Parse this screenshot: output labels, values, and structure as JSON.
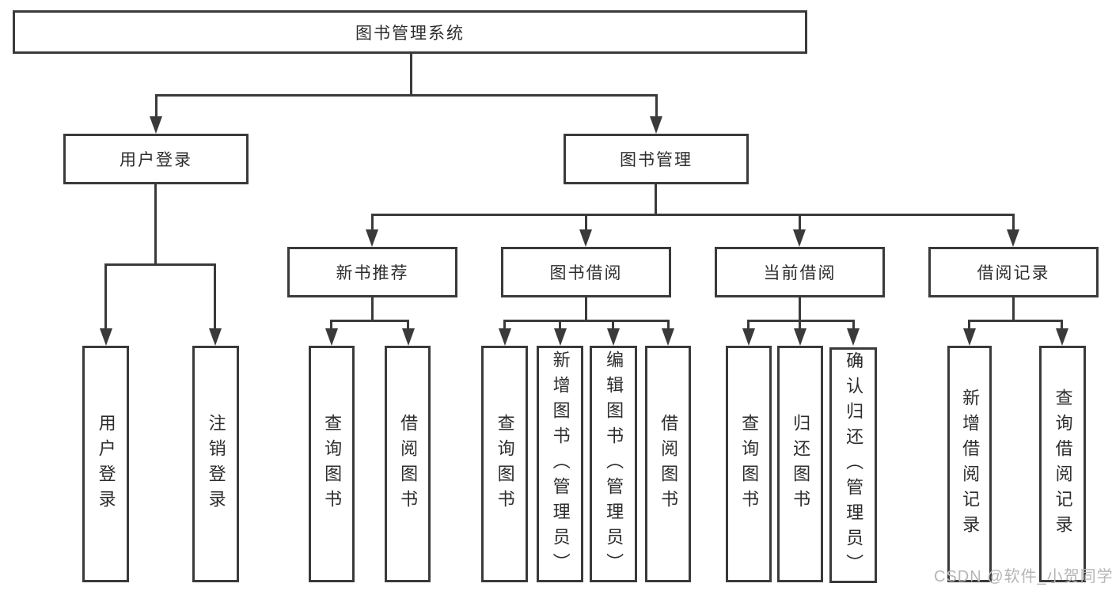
{
  "diagram": {
    "root": {
      "label": "图书管理系统"
    },
    "level2": [
      {
        "label": "用户登录"
      },
      {
        "label": "图书管理"
      }
    ],
    "level3": [
      {
        "label": "新书推荐"
      },
      {
        "label": "图书借阅"
      },
      {
        "label": "当前借阅"
      },
      {
        "label": "借阅记录"
      }
    ],
    "leaves": {
      "user": [
        "用户登录",
        "注销登录"
      ],
      "recommend": [
        "查询图书",
        "借阅图书"
      ],
      "borrow": [
        "查询图书",
        "新增图书（管理员）",
        "编辑图书（管理员）",
        "借阅图书"
      ],
      "current": [
        "查询图书",
        "归还图书",
        "确认归还（管理员）"
      ],
      "records": [
        "新增借阅记录",
        "查询借阅记录"
      ]
    }
  },
  "watermark": "CSDN @软件_小贺同学",
  "colors": {
    "line": "#3a3a3a",
    "text": "#2d2d2d",
    "watermark": "#b6b6ba",
    "background": "#ffffff"
  }
}
